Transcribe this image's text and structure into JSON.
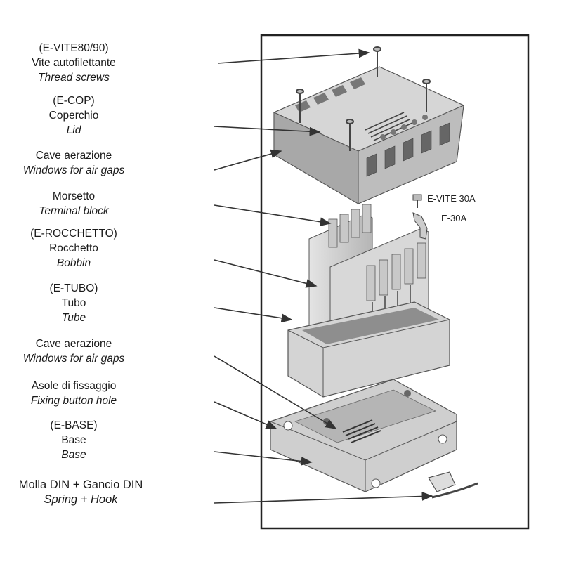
{
  "labels": {
    "screws": {
      "code": "(E-VITE80/90)",
      "it": "Vite autofilettante",
      "en": "Thread screws"
    },
    "lid": {
      "code": "(E-COP)",
      "it": "Coperchio",
      "en": "Lid"
    },
    "vent_top": {
      "it": "Cave aerazione",
      "en": "Windows for air gaps"
    },
    "terminal": {
      "it": "Morsetto",
      "en": "Terminal block"
    },
    "bobbin": {
      "code": "(E-ROCCHETTO)",
      "it": "Rocchetto",
      "en": "Bobbin"
    },
    "tube": {
      "code": "(E-TUBO)",
      "it": "Tubo",
      "en": "Tube"
    },
    "vent_bottom": {
      "it": "Cave aerazione",
      "en": "Windows for air gaps"
    },
    "fixing": {
      "it": "Asole di fissaggio",
      "en": "Fixing button hole"
    },
    "base": {
      "code": "(E-BASE)",
      "it": "Base",
      "en": "Base"
    },
    "din": {
      "it": "Molla DIN + Gancio DIN",
      "en": "Spring + Hook"
    }
  },
  "callouts": {
    "evite30a": "E-VITE 30A",
    "e30a": "E-30A"
  }
}
